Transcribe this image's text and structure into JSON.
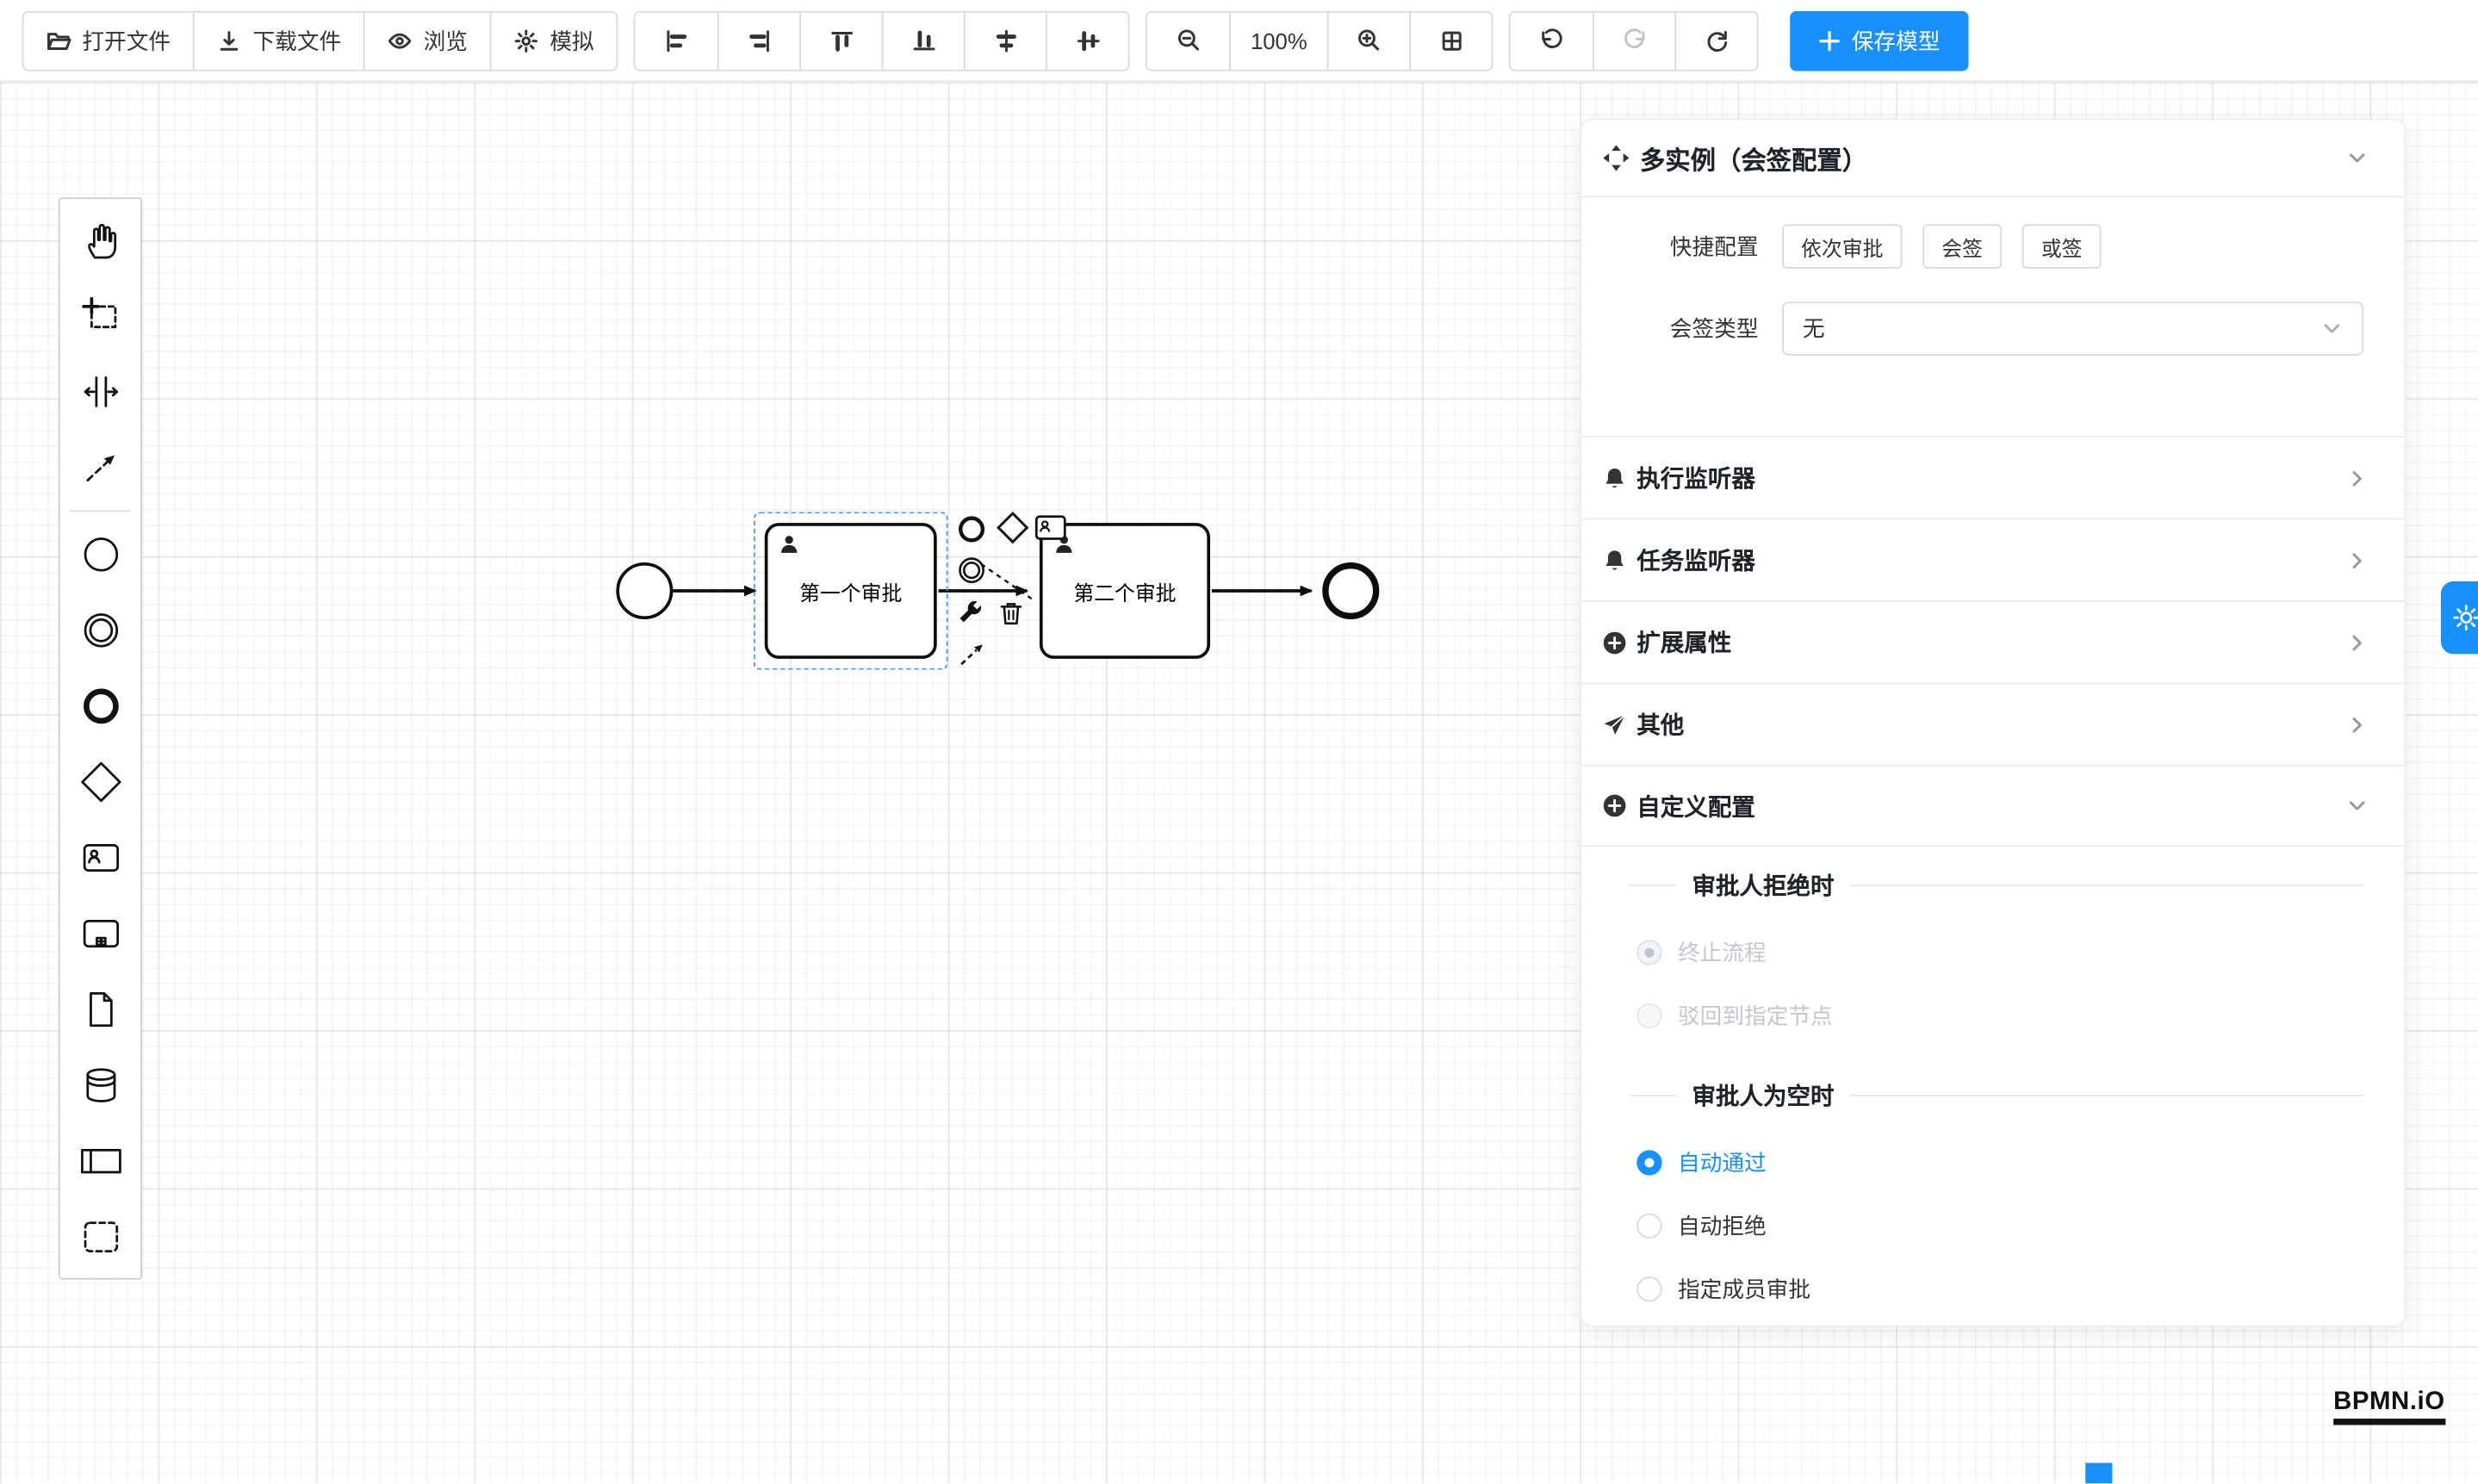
{
  "toolbar": {
    "file_buttons": [
      {
        "label": "打开文件",
        "icon": "folder-open-icon"
      },
      {
        "label": "下载文件",
        "icon": "download-icon"
      },
      {
        "label": "浏览",
        "icon": "eye-icon"
      },
      {
        "label": "模拟",
        "icon": "simulate-icon"
      }
    ],
    "align_icons": [
      "align-left-icon",
      "align-right-icon",
      "align-top-icon",
      "align-bottom-icon",
      "center-horizontal-icon",
      "center-vertical-icon"
    ],
    "zoom": {
      "out_icon": "zoom-out-icon",
      "level": "100%",
      "in_icon": "zoom-in-icon",
      "fit_icon": "fit-viewport-icon"
    },
    "history_icons": [
      "undo-icon",
      "redo-icon",
      "refresh-icon"
    ],
    "save_button": {
      "label": "保存模型",
      "icon": "plus-icon",
      "color": "#1890ff"
    }
  },
  "palette_tools": [
    "hand-tool",
    "lasso-tool",
    "space-tool",
    "global-connect-tool",
    "create-start-event",
    "create-intermediate-event",
    "create-end-event",
    "create-gateway",
    "create-user-task",
    "create-subprocess",
    "create-data-object",
    "create-data-store",
    "create-participant",
    "create-group"
  ],
  "diagram": {
    "task1_label": "第一个审批",
    "task2_label": "第二个审批",
    "context_pad_icons": [
      "append-end-event-icon",
      "append-gateway-icon",
      "append-user-task-icon",
      "append-intermediate-event-icon",
      "wrench-icon",
      "trash-icon",
      "connect-icon"
    ]
  },
  "panel": {
    "title": "多实例（会签配置）",
    "title_icon": "multi-instance-icon",
    "quick_config": {
      "label": "快捷配置",
      "options": [
        "依次审批",
        "会签",
        "或签"
      ]
    },
    "sign_type": {
      "label": "会签类型",
      "value": "无"
    },
    "collapse_sections": [
      {
        "label": "执行监听器",
        "icon": "bell-icon",
        "chevron": "right"
      },
      {
        "label": "任务监听器",
        "icon": "bell-icon",
        "chevron": "right"
      },
      {
        "label": "扩展属性",
        "icon": "plus-circle-icon",
        "chevron": "right"
      },
      {
        "label": "其他",
        "icon": "send-icon",
        "chevron": "right"
      },
      {
        "label": "自定义配置",
        "icon": "plus-circle-icon",
        "chevron": "down"
      }
    ],
    "reject_group": {
      "title": "审批人拒绝时",
      "options": [
        {
          "label": "终止流程",
          "selected": true,
          "disabled": true
        },
        {
          "label": "驳回到指定节点",
          "selected": false,
          "disabled": true
        }
      ]
    },
    "empty_group": {
      "title": "审批人为空时",
      "options": [
        {
          "label": "自动通过",
          "selected": true,
          "disabled": false
        },
        {
          "label": "自动拒绝",
          "selected": false,
          "disabled": false
        },
        {
          "label": "指定成员审批",
          "selected": false,
          "disabled": false
        }
      ]
    },
    "accent_color": "#1890ff"
  },
  "watermark": "BPMN.iO"
}
